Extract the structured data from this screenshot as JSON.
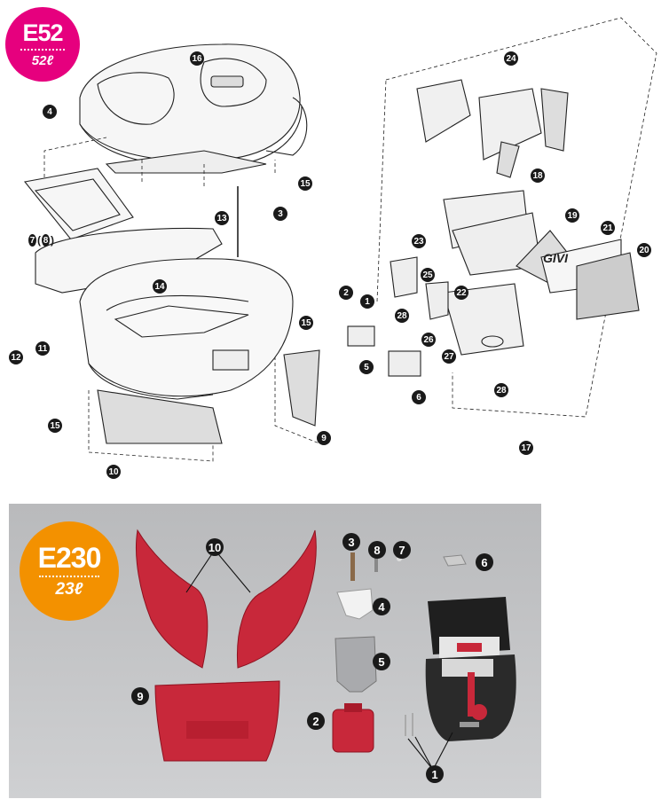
{
  "badges": {
    "e52": {
      "model": "E52",
      "capacity": "52ℓ",
      "color": "#e6007e"
    },
    "e230": {
      "model": "E230",
      "capacity": "23ℓ",
      "color": "#f39100"
    }
  },
  "brand_text": "GIVI",
  "e52_callouts": {
    "c1": "1",
    "c2": "2",
    "c3": "3",
    "c4": "4",
    "c5": "5",
    "c6": "6",
    "c7": "7",
    "c8": "8",
    "c9": "9",
    "c10": "10",
    "c11": "11",
    "c12": "12",
    "c13": "13",
    "c14": "14",
    "c15a": "15",
    "c15b": "15",
    "c15c": "15",
    "c16": "16",
    "c17": "17",
    "c18": "18",
    "c19": "19",
    "c20": "20",
    "c21": "21",
    "c22": "22",
    "c23": "23",
    "c24": "24",
    "c25": "25",
    "c26": "26",
    "c27": "27",
    "c28a": "28",
    "c28b": "28"
  },
  "e230_callouts": {
    "c1": "1",
    "c2": "2",
    "c3": "3",
    "c4": "4",
    "c5": "5",
    "c6": "6",
    "c7": "7",
    "c8": "8",
    "c9": "9",
    "c10": "10"
  },
  "colors": {
    "red_part": "#c8283a",
    "photo_bg": "#c3c4c6",
    "line": "#222222"
  }
}
